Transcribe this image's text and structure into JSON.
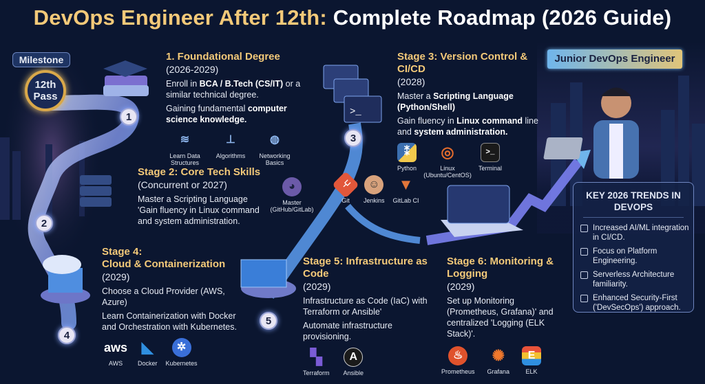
{
  "title": {
    "part1": "DevOps Engineer After 12th:",
    "part2": "Complete Roadmap (2026 Guide)"
  },
  "milestone": {
    "label": "Milestone",
    "badge_line1": "12th",
    "badge_line2": "Pass"
  },
  "stage1": {
    "title": "1. Foundational Degree",
    "year": "(2026-2029)",
    "body1_pre": "Enroll in ",
    "body1_bold": "BCA / B.Tech (CS/IT)",
    "body1_post": " or a similar technical degree.",
    "body2_pre": "Gaining fundamental ",
    "body2_bold": "computer science knowledge.",
    "icons": [
      {
        "icon": "layers-icon",
        "label": "Learn Data Structures"
      },
      {
        "icon": "hierarchy-icon",
        "label": "Algorithms"
      },
      {
        "icon": "globe-icon",
        "label": "Networking Basics"
      }
    ]
  },
  "stage2": {
    "title": "Stage 2: Core Tech Skills",
    "year": "(Concurrent or 2027)",
    "body1": "Master a Scripting Language",
    "body2": "'Gain fluency in Linux command and system administration.",
    "github_label": "Master (GitHub/GitLab)"
  },
  "stage3": {
    "title": "Stage 3: Version Control & CI/CD",
    "year": "(2028)",
    "body1_pre": "Master a ",
    "body1_bold": "Scripting Language (Python/Shell)",
    "body2_pre": "Gain fluency in ",
    "body2_bold": "Linux command",
    "body2_mid": " line",
    "body2_post": " and ",
    "body2_bold2": "system administration.",
    "icons": [
      {
        "icon": "python-icon",
        "label": "Python"
      },
      {
        "icon": "ubuntu-icon",
        "label": "Linux (Ubuntu/CentOS)"
      },
      {
        "icon": "terminal-icon",
        "label": "Terminal"
      }
    ],
    "tools": [
      {
        "icon": "git-icon",
        "label": "Git"
      },
      {
        "icon": "jenkins-icon",
        "label": "Jenkins"
      },
      {
        "icon": "gitlab-icon",
        "label": "GitLab CI"
      }
    ]
  },
  "stage4": {
    "title1": "Stage 4:",
    "title2": "Cloud & Containerization",
    "year": "(2029)",
    "body1": "Choose a Cloud Provider (AWS, Azure)",
    "body2": "Learn Containerization with Docker and Orchestration with Kubernetes.",
    "icons": [
      {
        "icon": "aws-icon",
        "label": "AWS"
      },
      {
        "icon": "docker-icon",
        "label": "Docker"
      },
      {
        "icon": "kubernetes-icon",
        "label": "Kubernetes"
      }
    ]
  },
  "stage5": {
    "title": "Stage 5: Infrastructure as Code",
    "year": "(2029)",
    "body1": "Infrastructure as Code (IaC) with Terraform or Ansible'",
    "body2": "Automate infrastructure provisioning.",
    "icons": [
      {
        "icon": "terraform-icon",
        "label": "Terraform"
      },
      {
        "icon": "ansible-icon",
        "label": "Ansible"
      }
    ]
  },
  "stage6": {
    "title": "Stage 6: Monitoring & Logging",
    "year": "(2029)",
    "body1": "Set up Monitoring (Prometheus, Grafana)' and centralized 'Logging (ELK Stack)'.",
    "icons": [
      {
        "icon": "prometheus-icon",
        "label": "Prometheus"
      },
      {
        "icon": "grafana-icon",
        "label": "Grafana"
      },
      {
        "icon": "elk-icon",
        "label": "ELK"
      }
    ]
  },
  "goal": {
    "label": "Junior DevOps Engineer"
  },
  "trends": {
    "title": "KEY 2026 TRENDS IN DEVOPS",
    "items": [
      "Increased AI/ML integration in CI/CD.",
      "Focus on Platform Engineering.",
      "Serverless Architecture familiarity.",
      "Enhanced Security-First ('DevSecOps') approach."
    ]
  },
  "steps": [
    "1",
    "2",
    "3",
    "4",
    "5"
  ],
  "colors": {
    "background": "#0b1630",
    "accent_gold": "#f3c979",
    "path_blue": "#5c9cf0"
  }
}
